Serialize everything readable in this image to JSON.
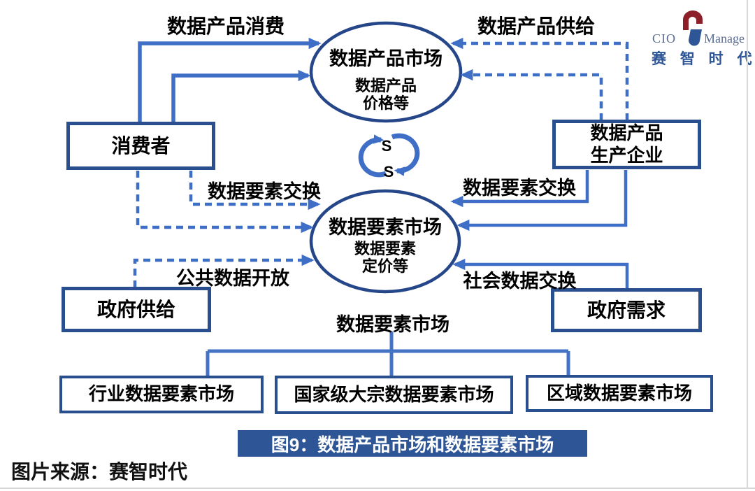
{
  "figure": {
    "caption": "图9：数据产品市场和数据要素市场",
    "source": "图片来源：赛智时代"
  },
  "logo": {
    "cio": "CIO",
    "manage": "Manage",
    "company": "赛 智 时 代"
  },
  "diagram": {
    "product_market": {
      "title": "数据产品市场",
      "sub1": "数据产品",
      "sub2": "价格等"
    },
    "element_market": {
      "title": "数据要素市场",
      "sub1": "数据要素",
      "sub2": "定价等"
    },
    "boxes": {
      "consumer": "消费者",
      "producer_line1": "数据产品",
      "producer_line2": "生产企业",
      "gov_supply": "政府供给",
      "gov_demand": "政府需求",
      "industry": "行业数据要素市场",
      "national": "国家级大宗数据要素市场",
      "regional": "区域数据要素市场"
    },
    "labels": {
      "product_consume": "数据产品消费",
      "product_supply": "数据产品供给",
      "element_exchange_left": "数据要素交换",
      "element_exchange_right": "数据要素交换",
      "public_data_open": "公共数据开放",
      "social_data_exchange": "社会数据交换",
      "element_market_tree": "数据要素市场",
      "s_top": "S",
      "s_bottom": "S"
    },
    "colors": {
      "arrow": "#3E6EC6",
      "box_border": "#2A4F8F",
      "ellipse": "#26468A",
      "tree": "#4472C4",
      "caption_bg": "#2E5596",
      "logo_red": "#8C1F28",
      "logo_blue": "#2E5596",
      "cio_text": "#5A6D94",
      "gray_line": "#D9D9D9",
      "label_text": "#000000"
    }
  }
}
